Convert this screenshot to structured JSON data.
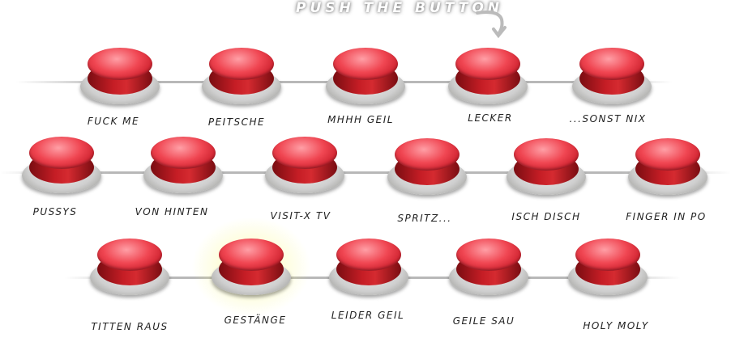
{
  "header": {
    "title": "PUSH THE BUTTON"
  },
  "buttons": [
    {
      "label": "FUCK ME"
    },
    {
      "label": "PEITSCHE"
    },
    {
      "label": "MHHH GEIL"
    },
    {
      "label": "LECKER"
    },
    {
      "label": "...SONST NIX"
    },
    {
      "label": "PUSSYS"
    },
    {
      "label": "VON HINTEN"
    },
    {
      "label": "VISIT-X TV"
    },
    {
      "label": "SPRITZ..."
    },
    {
      "label": "ISCH DISCH"
    },
    {
      "label": "FINGER IN PO"
    },
    {
      "label": "TITTEN RAUS"
    },
    {
      "label": "GESTÄNGE",
      "highlighted": true
    },
    {
      "label": "LEIDER GEIL"
    },
    {
      "label": "GEILE SAU"
    },
    {
      "label": "HOLY MOLY"
    }
  ]
}
